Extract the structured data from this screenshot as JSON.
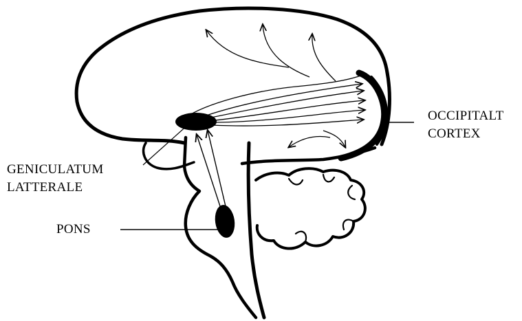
{
  "labels": {
    "occipital_line1": "OCCIPITALT",
    "occipital_line2": "CORTEX",
    "geniculatum_line1": "GENICULATUM",
    "geniculatum_line2": "LATTERALE",
    "pons": "PONS"
  }
}
